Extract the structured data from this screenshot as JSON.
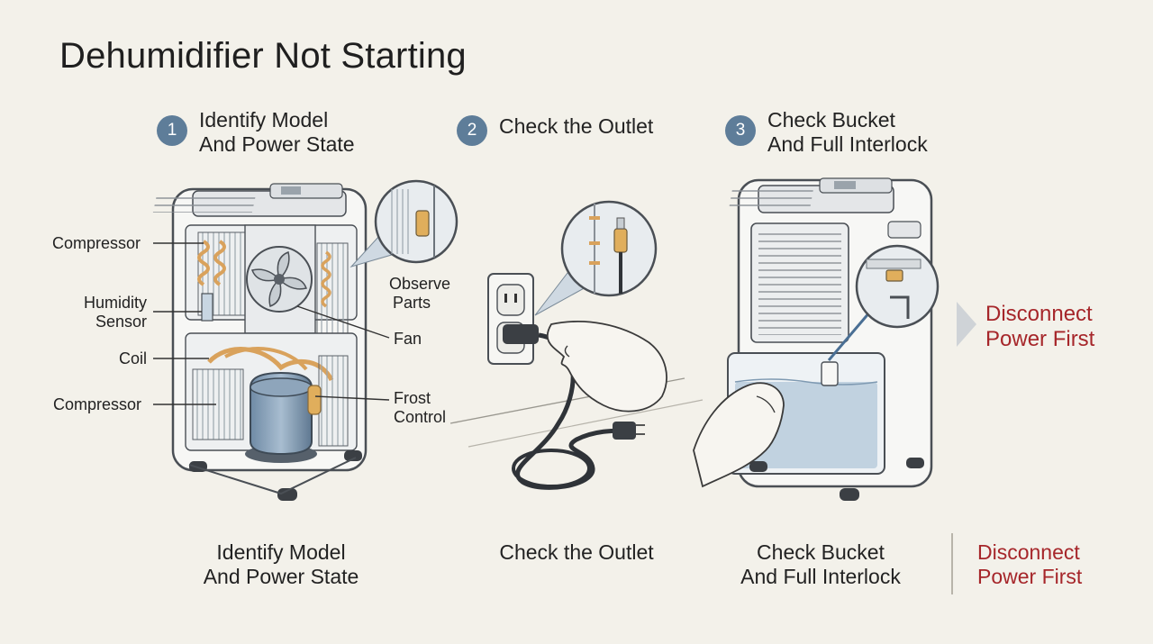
{
  "title": "Dehumidifier Not Starting",
  "steps": [
    {
      "num": "1",
      "line1": "Identify Model",
      "line2": "And Power State"
    },
    {
      "num": "2",
      "line1": "Check the Outlet",
      "line2": ""
    },
    {
      "num": "3",
      "line1": "Check Bucket",
      "line2": "And Full Interlock"
    }
  ],
  "labels": {
    "compressor_top": "Compressor",
    "humidity_1": "Humidity",
    "humidity_2": "Sensor",
    "coil": "Coil",
    "compressor_bottom": "Compressor",
    "observe_1": "Observe",
    "observe_2": "Parts",
    "fan": "Fan",
    "frost_1": "Frost",
    "frost_2": "Control"
  },
  "warning": {
    "line1": "Disconnect",
    "line2": "Power First"
  },
  "captions": [
    {
      "line1": "Identify Model",
      "line2": "And Power State"
    },
    {
      "line1": "Check the Outlet",
      "line2": ""
    },
    {
      "line1": "Check Bucket",
      "line2": "And Full Interlock"
    },
    {
      "line1": "Disconnect",
      "line2": "Power First"
    }
  ],
  "colors": {
    "badge": "#5e7d99",
    "warning": "#a6262a",
    "copper": "#d9a25c",
    "water": "#b9cddc"
  }
}
